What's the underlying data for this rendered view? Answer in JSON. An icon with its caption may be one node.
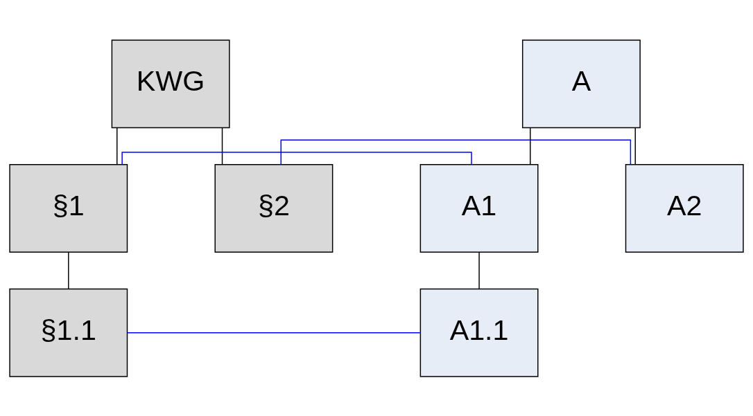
{
  "diagram": {
    "nodes": [
      {
        "text": [
          "KWG"
        ]
      },
      {
        "text": [
          "§1"
        ]
      },
      {
        "text": [
          "§1.1"
        ]
      },
      {
        "text": [
          "§2"
        ]
      },
      {
        "text": [
          "A"
        ]
      },
      {
        "text": [
          "A1"
        ]
      },
      {
        "text": [
          "A1.1"
        ]
      },
      {
        "text": [
          "A2"
        ]
      }
    ],
    "edges": [
      {
        "from": 0,
        "to": 1,
        "arrow": "none"
      },
      {
        "from": 1,
        "to": 2,
        "arrow": "none"
      },
      {
        "from": 0,
        "to": 3,
        "arrow": "none"
      },
      {
        "from": 4,
        "to": 5,
        "arrow": "none"
      },
      {
        "from": 5,
        "to": 6,
        "arrow": "none"
      },
      {
        "from": 4,
        "to": 7,
        "arrow": "none"
      },
      {
        "from": 1,
        "to": 5,
        "arrow": "none",
        "color": "#0000ff"
      },
      {
        "from": 2,
        "to": 6,
        "arrow": "none",
        "color": "#0000ff"
      },
      {
        "from": 3,
        "to": 7,
        "arrow": "none",
        "color": "#0000ff"
      }
    ]
  }
}
